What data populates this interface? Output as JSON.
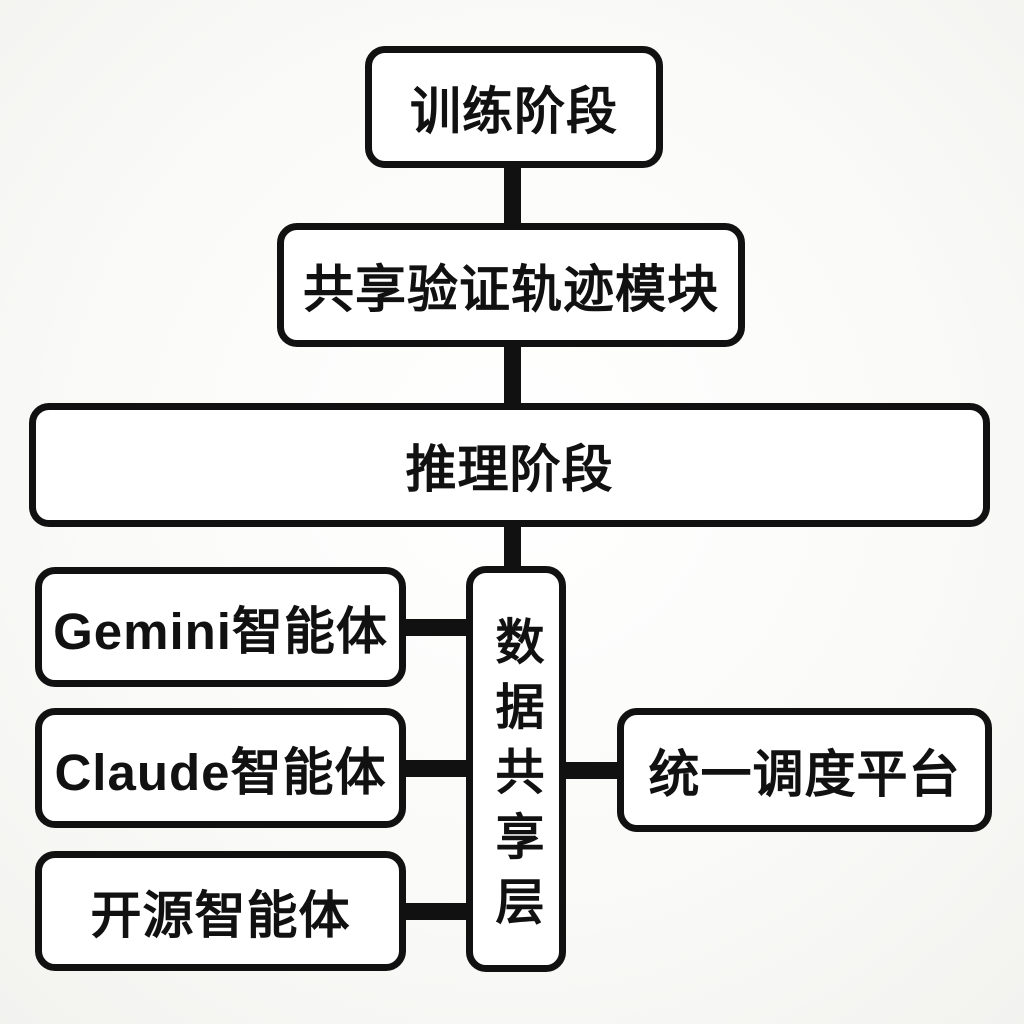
{
  "diagram": {
    "type": "flowchart",
    "colors": {
      "background": "#fafaf8",
      "node_fill": "#ffffff",
      "stroke": "#111111",
      "text": "#111111"
    },
    "nodes": {
      "training": {
        "label": "训练阶段"
      },
      "shared_trace": {
        "label": "共享验证轨迹模块"
      },
      "inference": {
        "label": "推理阶段"
      },
      "gemini": {
        "label": "Gemini智能体"
      },
      "claude": {
        "label": "Claude智能体"
      },
      "opensource": {
        "label": "开源智能体"
      },
      "data_layer": {
        "label": "数据共享层",
        "orientation": "vertical"
      },
      "platform": {
        "label": "统一调度平台"
      }
    },
    "edges": [
      {
        "from": "训练阶段",
        "to": "共享验证轨迹模块"
      },
      {
        "from": "共享验证轨迹模块",
        "to": "推理阶段"
      },
      {
        "from": "推理阶段",
        "to": "数据共享层"
      },
      {
        "from": "Gemini智能体",
        "to": "数据共享层"
      },
      {
        "from": "Claude智能体",
        "to": "数据共享层"
      },
      {
        "from": "开源智能体",
        "to": "数据共享层"
      },
      {
        "from": "数据共享层",
        "to": "统一调度平台"
      }
    ]
  }
}
